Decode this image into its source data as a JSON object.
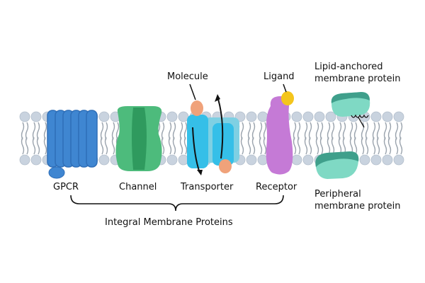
{
  "labels": {
    "molecule": "Molecule",
    "ligand": "Ligand",
    "lipid_anchored_line1": "Lipid-anchored",
    "lipid_anchored_line2": "membrane protein",
    "gpcr": "GPCR",
    "channel": "Channel",
    "transporter": "Transporter",
    "receptor": "Receptor",
    "peripheral_line1": "Peripheral",
    "peripheral_line2": "membrane protein",
    "integral": "Integral Membrane Proteins"
  },
  "colors": {
    "lipid_head": "#c9d3df",
    "lipid_tail": "#9aa3ad",
    "gpcr": "#3f86d1",
    "gpcr_dark": "#2f6fb8",
    "channel": "#4dbb7c",
    "channel_dark": "#2f9a5e",
    "transporter": "#35bfe8",
    "transporter_back": "#7fd0e3",
    "molecule": "#f0a27a",
    "receptor": "#c57ad6",
    "ligand": "#f4c51c",
    "peripheral": "#7fd9c4",
    "peripheral_dark": "#3f9f8b",
    "text": "#111111"
  }
}
